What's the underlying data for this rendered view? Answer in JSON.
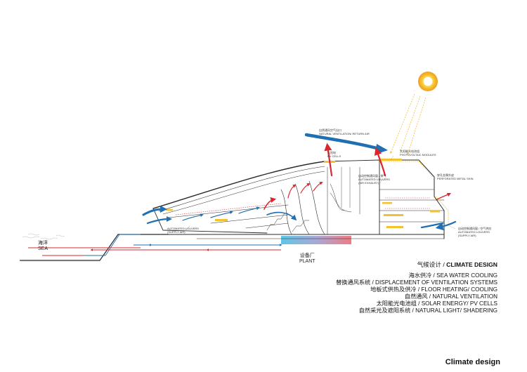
{
  "labels": {
    "natural_ventilation_cn": "自然通风空气出口",
    "natural_ventilation_en": "NATURAL VENTILATION/ RETURN AIR",
    "pv_cells_cn": "太阳电",
    "pv_cells_en": "PV CELLS",
    "photovoltaic_cn": "太阳能光电池组",
    "photovoltaic_en": "PHOTOVOLTAIC MODULES",
    "louvers_exhaust_cn": "自动控制通风窗 / 排气",
    "louvers_exhaust_en1": "AUTOMATED LOUVERS",
    "louvers_exhaust_en2": "(AIR EXHAUST)",
    "metal_skin_cn": "穿孔金属外皮",
    "metal_skin_en": "PERFORATED METAL SKIN",
    "louvers_supply_left_en1": "AUTOMATED LOUVERS",
    "louvers_supply_left_en2": "(SUPPLY AIR)",
    "louvers_supply_right_cn": "自动控制通风窗 / 空气供应",
    "louvers_supply_right_en1": "AUTOMATED LOUVERS",
    "louvers_supply_right_en2": "(SUPPLY AIR)",
    "sea_cn": "海洋",
    "sea_en": "SEA",
    "plant_cn": "设备厂",
    "plant_en": "PLANT"
  },
  "legend": {
    "title_cn": "气候设计 / ",
    "title_en": "CLIMATE DESIGN",
    "items": [
      "海水供冷 / SEA WATER COOLING",
      "替换通风系统  / DISPLACEMENT OF VENTILATION SYSTEMS",
      "地板式供热及供冷 / FLOOR HEATING/ COOLING",
      "自然通风 / NATURAL VENTILATION",
      "太阳能光电池组 / SOLAR ENERGY/ PV CELLS",
      "自然采光及遮阳系统 / NATURAL LIGHT/ SHADERING"
    ]
  },
  "caption": "Climate design",
  "colors": {
    "air_blue": "#1f6fb2",
    "air_red": "#d6282f",
    "sun_orange": "#f39a1e",
    "sun_yellow": "#f6d23a",
    "pv_yellow": "#f2c230",
    "water_cyan": "#5fc6e8",
    "structure": "#2a2a2a"
  }
}
